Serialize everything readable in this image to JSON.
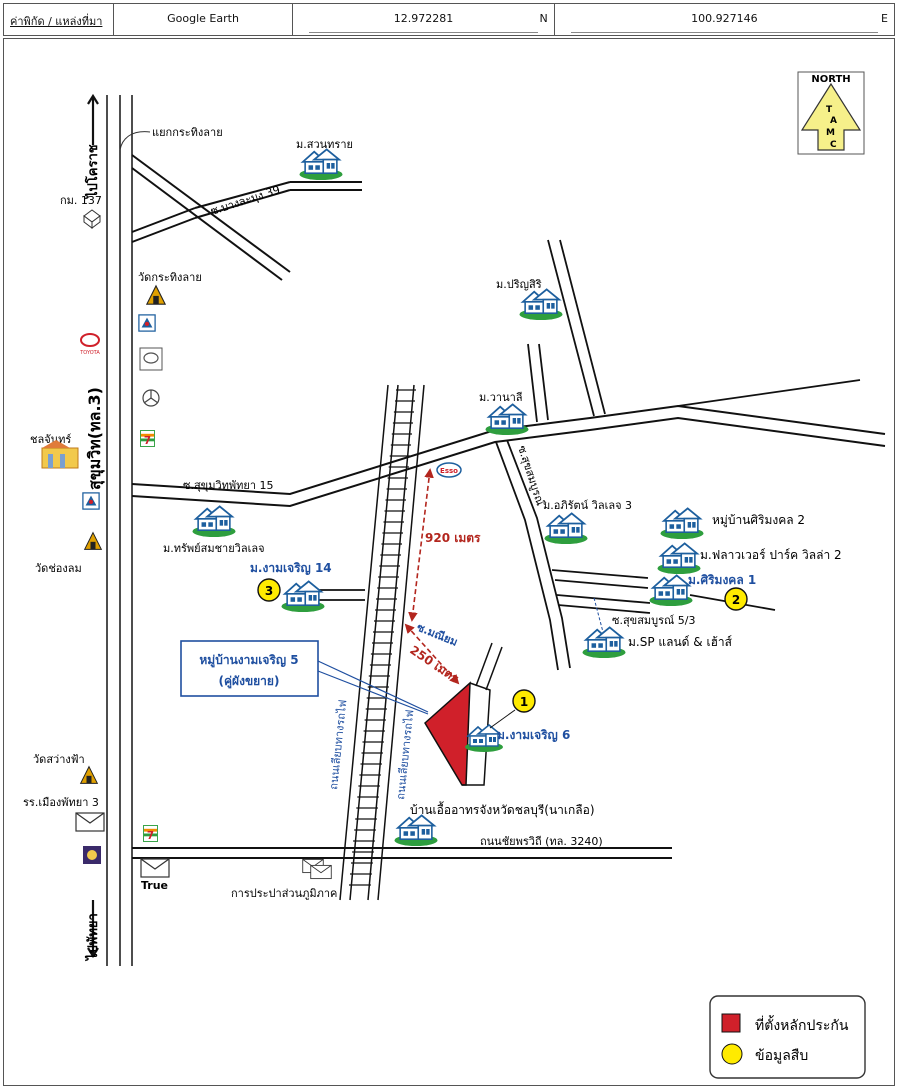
{
  "header": {
    "coordinate_label": "ค่าพิกัด / แหล่งที่มา",
    "source": "Google Earth",
    "latitude": "12.972281",
    "lat_unit": "N",
    "longitude": "100.927146",
    "lon_unit": "E"
  },
  "north_arrow": {
    "north": "NORTH",
    "t": "T",
    "a": "A",
    "m": "M",
    "c": "C"
  },
  "roads": {
    "to_korat": "ไปโคราช",
    "to_pattaya": "ไปพัทยา",
    "sukhumvit": "สุขุมวิท(ทล.3)",
    "km137": "กม. 137",
    "yaek_krathing_lai": "แยกกระทิงลาย",
    "soi_bang_lamung_39": "ซ.บางละมุง 39",
    "soi_sukhumvit_pattaya_15": "ซ.สุขุมวิทพัทยา 15",
    "soi_maneeyom": "ซ.มณียม",
    "soi_suksomboon": "ซ.สุขสมบูรณ์",
    "soi_suksomboon_5_3": "ซ.สุขสมบูรณ์ 5/3",
    "chaiyapruek": "ถนนชัยพรวิถี (ทล. 3240)",
    "rail_left": "ถนนเลียบทางรถไฟ",
    "rail_right": "ถนนเลียบทางรถไฟ"
  },
  "landmarks": {
    "wat_krathing_lai": "วัดกระทิงลาย",
    "chonchan": "ชลจันทร์",
    "wat_chong_lom": "วัดช่องลม",
    "wat_sawang_fa": "วัดสว่างฟ้า",
    "school_mueang_pattaya_3": "รร.เมืองพัทยา 3",
    "true": "True",
    "pwa": "การประปาส่วนภูมิภาค",
    "toyota": "TOYOTA",
    "esso": "Esso"
  },
  "villages": {
    "suan_sai": "ม.สวนทราย",
    "prinsiri": "ม.ปริญสิริ",
    "wanalee": "ม.วานาลี",
    "aphirat": "ม.อภิรัตน์ วิลเลจ 3",
    "sirimongkol_2": "หมู่บ้านศิริมงคล 2",
    "flower": "ม.ฟลาวเวอร์ ปาร์ค วิลล่า 2",
    "sirimongkol_1": "ม.ศิริมงคล 1",
    "sp": "ม.SP แลนด์ & เฮ้าส์",
    "sap_somchai": "ม.ทรัพย์สมชายวิลเลจ",
    "ngam_charoen_14": "ม.งามเจริญ 14",
    "ngam_charoen_6": "ม.งามเจริญ 6",
    "baan_ua_arthorn": "บ้านเอื้ออาทรจังหวัดชลบุรี(นาเกลือ)"
  },
  "distances": {
    "d920": "920 เมตร",
    "d250": "250 เมตร"
  },
  "callout": {
    "line1": "หมู่บ้านงามเจริญ 5",
    "line2": "(คู่ผังขยาย)"
  },
  "markers": {
    "m1": "1",
    "m2": "2",
    "m3": "3"
  },
  "legend": {
    "collateral": "ที่ตั้งหลักประกัน",
    "info": "ข้อมูลสืบ"
  },
  "colors": {
    "road": "#111111",
    "label_blue": "#1f4fa0",
    "distance_red": "#b3261e",
    "parcel_red": "#d0202a",
    "marker_yellow": "#ffeb00",
    "north_yellow": "#f6f08a",
    "house_blue": "#1d5f9e",
    "grass_green": "#2e9e3e"
  }
}
